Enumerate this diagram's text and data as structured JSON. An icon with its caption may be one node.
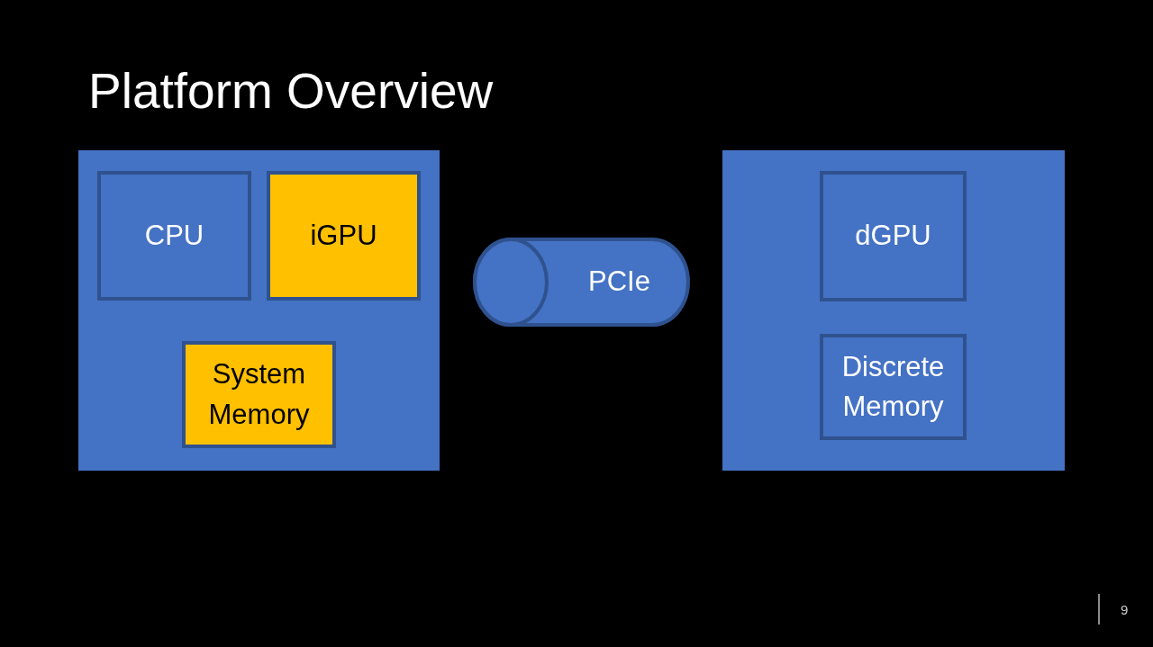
{
  "diagram": {
    "title": "Platform Overview",
    "nodes": [
      {
        "text": [],
        "shape": "box"
      },
      {
        "text": [
          "CPU"
        ],
        "in": 0
      },
      {
        "text": [
          "iGPU"
        ],
        "in": 0
      },
      {
        "text": [
          "System Memory"
        ],
        "in": 0
      },
      {
        "text": [
          "PCIe"
        ]
      },
      {
        "text": [],
        "shape": "box"
      },
      {
        "text": [
          "dGPU"
        ],
        "in": 5
      },
      {
        "text": [
          "Discrete Memory"
        ],
        "in": 5
      }
    ],
    "labels": [
      "9"
    ]
  }
}
